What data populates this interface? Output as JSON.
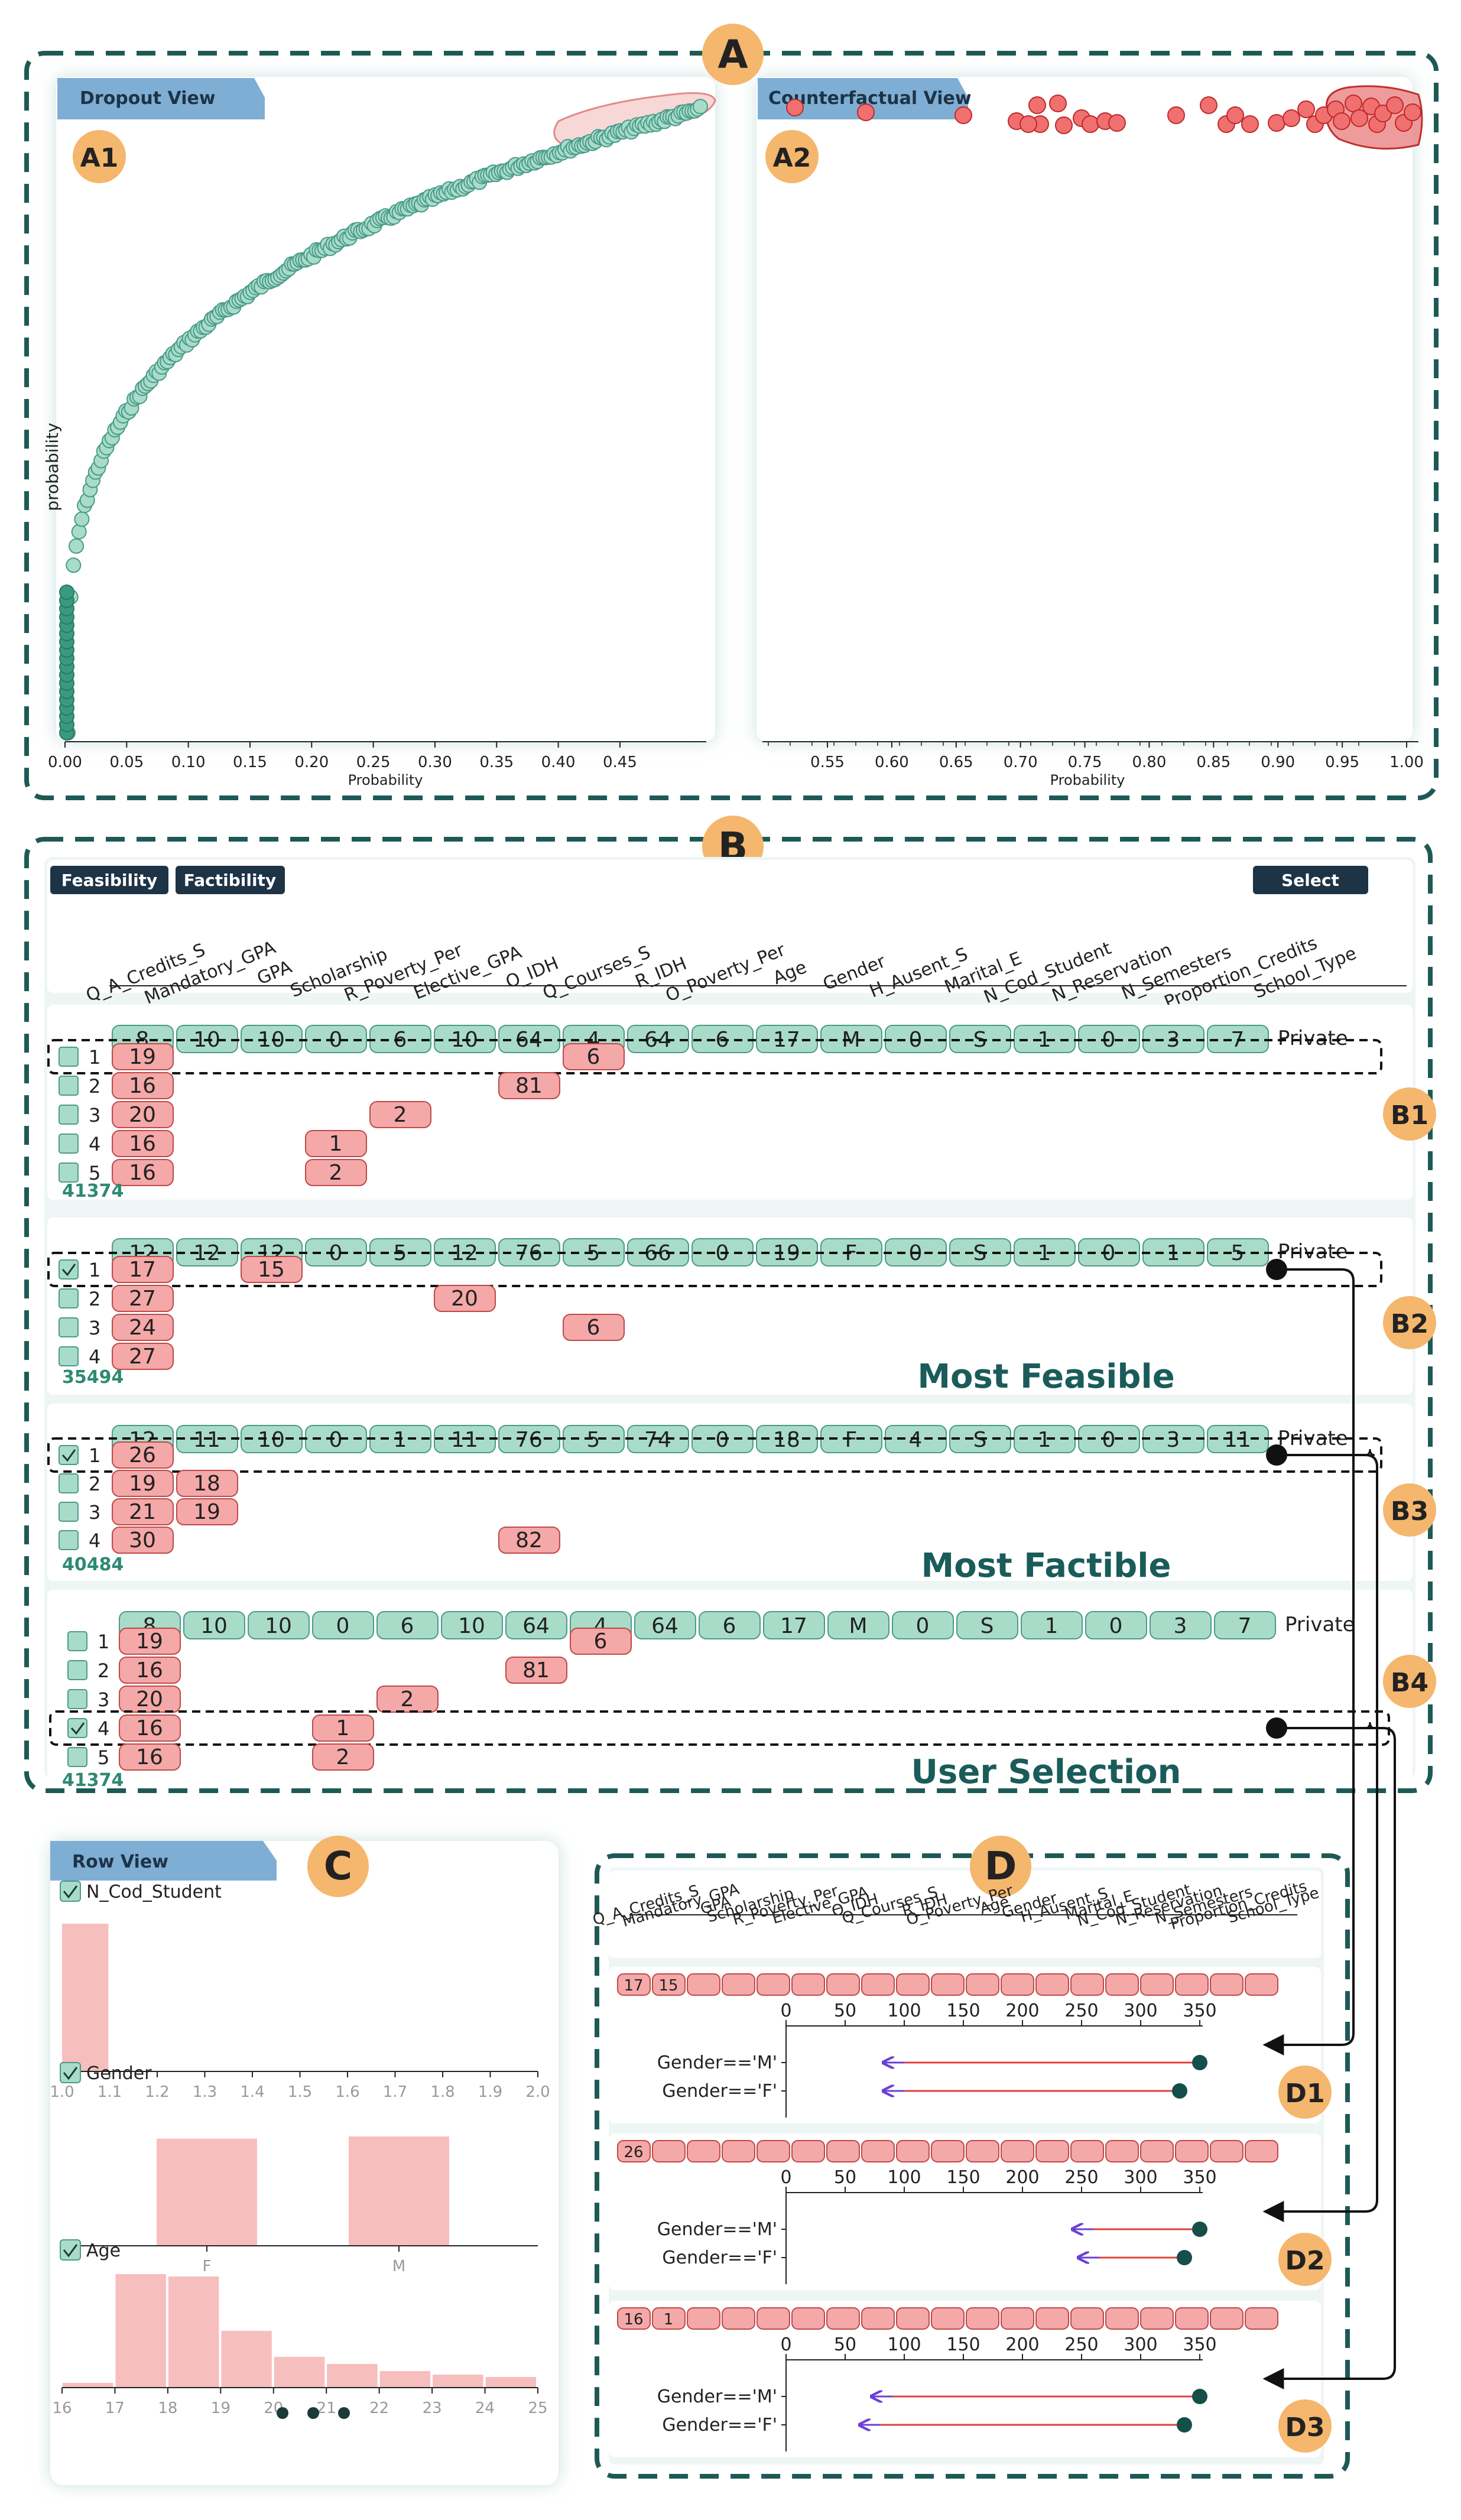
{
  "panels": {
    "A": "A",
    "A1": "A1",
    "A2": "A2",
    "B": "B",
    "B1": "B1",
    "B2": "B2",
    "B3": "B3",
    "B4": "B4",
    "C": "C",
    "D": "D",
    "D1": "D1",
    "D2": "D2",
    "D3": "D3"
  },
  "views": {
    "dropout": "Dropout View",
    "counterfactual": "Counterfactual View",
    "row": "Row View"
  },
  "dropout_view": {
    "ylabel": "probability",
    "xlabel": "Probability",
    "x_ticks": [
      "0.00",
      "0.05",
      "0.10",
      "0.15",
      "0.20",
      "0.25",
      "0.30",
      "0.35",
      "0.40",
      "0.45"
    ]
  },
  "counterfactual_view": {
    "xlabel": "Probability",
    "x_ticks": [
      "0.55",
      "0.60",
      "0.65",
      "0.70",
      "0.75",
      "0.80",
      "0.85",
      "0.90",
      "0.95",
      "1.00"
    ]
  },
  "toolbar": {
    "feasibility": "Feasibility",
    "factibility": "Factibility",
    "select": "Select"
  },
  "columns": [
    "Q_A_Credits_S",
    "Mandatory_GPA",
    "GPA",
    "Scholarship",
    "R_Poverty_Per",
    "Elective_GPA",
    "O_IDH",
    "Q_Courses_S",
    "R_IDH",
    "O_Poverty_Per",
    "Age",
    "Gender",
    "H_Ausent_S",
    "Marital_E",
    "N_Cod_Student",
    "N_Reservation",
    "N_Semesters",
    "Proportion_Credits",
    "School_Type"
  ],
  "groups": [
    {
      "id": "41374",
      "original": [
        "8",
        "10",
        "10",
        "0",
        "6",
        "10",
        "64",
        "4",
        "64",
        "6",
        "17",
        "M",
        "0",
        "S",
        "1",
        "0",
        "3",
        "7",
        "Private"
      ],
      "rows": [
        {
          "n": "1",
          "checked": false,
          "cells": [
            [
              0,
              "19"
            ],
            [
              7,
              "6"
            ]
          ]
        },
        {
          "n": "2",
          "checked": false,
          "cells": [
            [
              0,
              "16"
            ],
            [
              6,
              "81"
            ]
          ]
        },
        {
          "n": "3",
          "checked": false,
          "cells": [
            [
              0,
              "20"
            ],
            [
              4,
              "2"
            ]
          ]
        },
        {
          "n": "4",
          "checked": false,
          "cells": [
            [
              0,
              "16"
            ],
            [
              3,
              "1"
            ]
          ]
        },
        {
          "n": "5",
          "checked": false,
          "cells": [
            [
              0,
              "16"
            ],
            [
              3,
              "2"
            ]
          ]
        }
      ]
    },
    {
      "id": "35494",
      "label": "Most Feasible",
      "original": [
        "12",
        "12",
        "12",
        "0",
        "5",
        "12",
        "76",
        "5",
        "66",
        "0",
        "19",
        "F",
        "0",
        "S",
        "1",
        "0",
        "1",
        "5",
        "Private"
      ],
      "rows": [
        {
          "n": "1",
          "checked": true,
          "cells": [
            [
              0,
              "17"
            ],
            [
              2,
              "15"
            ]
          ]
        },
        {
          "n": "2",
          "checked": false,
          "cells": [
            [
              0,
              "27"
            ],
            [
              5,
              "20"
            ]
          ]
        },
        {
          "n": "3",
          "checked": false,
          "cells": [
            [
              0,
              "24"
            ],
            [
              7,
              "6"
            ]
          ]
        },
        {
          "n": "4",
          "checked": false,
          "cells": [
            [
              0,
              "27"
            ]
          ]
        }
      ]
    },
    {
      "id": "40484",
      "label": "Most Factible",
      "original": [
        "12",
        "11",
        "10",
        "0",
        "1",
        "11",
        "76",
        "5",
        "74",
        "0",
        "18",
        "F",
        "4",
        "S",
        "1",
        "0",
        "3",
        "11",
        "Private"
      ],
      "rows": [
        {
          "n": "1",
          "checked": true,
          "cells": [
            [
              0,
              "26"
            ]
          ]
        },
        {
          "n": "2",
          "checked": false,
          "cells": [
            [
              0,
              "19"
            ],
            [
              1,
              "18"
            ]
          ]
        },
        {
          "n": "3",
          "checked": false,
          "cells": [
            [
              0,
              "21"
            ],
            [
              1,
              "19"
            ]
          ]
        },
        {
          "n": "4",
          "checked": false,
          "cells": [
            [
              0,
              "30"
            ],
            [
              6,
              "82"
            ]
          ]
        }
      ]
    },
    {
      "id": "41374",
      "label": "User Selection",
      "original": [
        "8",
        "10",
        "10",
        "0",
        "6",
        "10",
        "64",
        "4",
        "64",
        "6",
        "17",
        "M",
        "0",
        "S",
        "1",
        "0",
        "3",
        "7",
        "Private"
      ],
      "rows": [
        {
          "n": "1",
          "checked": false,
          "cells": [
            [
              0,
              "19"
            ],
            [
              7,
              "6"
            ]
          ]
        },
        {
          "n": "2",
          "checked": false,
          "cells": [
            [
              0,
              "16"
            ],
            [
              6,
              "81"
            ]
          ]
        },
        {
          "n": "3",
          "checked": false,
          "cells": [
            [
              0,
              "20"
            ],
            [
              4,
              "2"
            ]
          ]
        },
        {
          "n": "4",
          "checked": true,
          "cells": [
            [
              0,
              "16"
            ],
            [
              3,
              "1"
            ]
          ]
        },
        {
          "n": "5",
          "checked": false,
          "cells": [
            [
              0,
              "16"
            ],
            [
              3,
              "2"
            ]
          ]
        }
      ]
    }
  ],
  "row_view": {
    "hist1": {
      "label": "N_Cod_Student",
      "ticks": [
        "1.0",
        "1.1",
        "1.2",
        "1.3",
        "1.4",
        "1.5",
        "1.6",
        "1.7",
        "1.8",
        "1.9",
        "2.0"
      ],
      "values": [
        1.0,
        0,
        0,
        0,
        0,
        0,
        0,
        0,
        0,
        0
      ]
    },
    "hist2": {
      "label": "Gender",
      "categories": [
        "F",
        "M"
      ],
      "values": [
        0.98,
        1.0
      ]
    },
    "hist3": {
      "label": "Age",
      "ticks": [
        "16",
        "17",
        "18",
        "19",
        "20",
        "21",
        "22",
        "23",
        "24",
        "25"
      ],
      "values": [
        0.04,
        0.96,
        0.94,
        0.48,
        0.26,
        0.2,
        0.14,
        0.11,
        0.09
      ]
    }
  },
  "d_view": {
    "columns": [
      "Q_A_Credits_S",
      "Mandatory_GPA",
      "GPA",
      "Scholarship",
      "R_Poverty_Per",
      "Elective_GPA",
      "O_IDH",
      "Q_Courses_S",
      "R_IDH",
      "O_Poverty_Per",
      "Age",
      "Gender",
      "H_Ausent_S",
      "Marital_E",
      "N_Cod_Student",
      "N_Reservation",
      "N_Semesters",
      "Proportion_Credits",
      "School_Type"
    ],
    "ticks": [
      "0",
      "50",
      "100",
      "150",
      "200",
      "250",
      "300",
      "350"
    ],
    "labels": [
      "Gender=='M'",
      "Gender=='F'"
    ],
    "panels": [
      {
        "cells": [
          [
            0,
            "17"
          ],
          [
            1,
            "15"
          ]
        ],
        "bars": [
          [
            350,
            80
          ],
          [
            333,
            80
          ]
        ]
      },
      {
        "cells": [
          [
            0,
            "26"
          ]
        ],
        "bars": [
          [
            350,
            240
          ],
          [
            337,
            245
          ]
        ]
      },
      {
        "cells": [
          [
            0,
            "16"
          ],
          [
            1,
            "1"
          ]
        ],
        "bars": [
          [
            350,
            70
          ],
          [
            337,
            60
          ]
        ]
      }
    ]
  },
  "colors": {
    "teal": "#1a5c5a",
    "mint": "#a8dcc9",
    "salmon": "#f4a8a8",
    "orange": "#f5b66d",
    "tab": "#7eaed4",
    "dark": "#1d3346"
  }
}
